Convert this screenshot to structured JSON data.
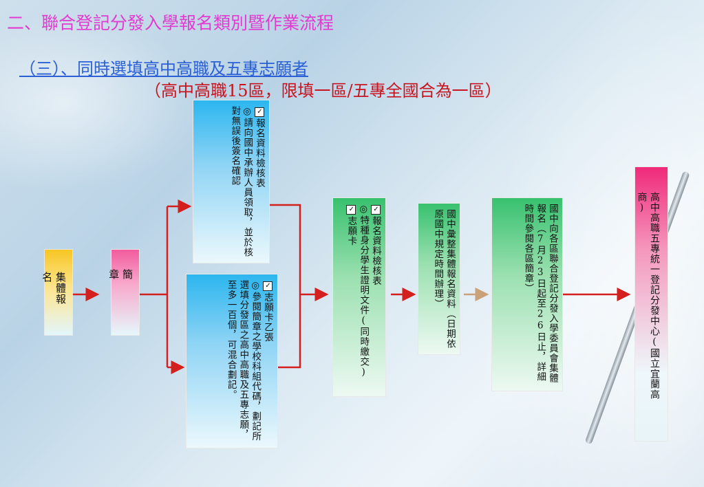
{
  "titles": {
    "main": "二、聯合登記分發入學報名類別暨作業流程",
    "sub": "（三）、同時選填高中高職及五專志願者",
    "note": "（高中高職15區，限填一區/五專全國合為一區）"
  },
  "boxes": {
    "signup": "集體報名",
    "brochure": "簡章",
    "check_form_label": "報名資料檢核表",
    "check_form_text": "◎請向國中承辦人員領取，並於核對無誤後簽名確認",
    "wish_card_label": "志願卡乙張",
    "wish_card_text": "◎參閱簡章之學校科組代碼，劃記所選填分發區之高中高職及五專志願，至多一百個，可混合劃記。",
    "docs_label_1": "報名資料檢核表",
    "docs_text": "◎特種身分學生證明文件(同時繳交)",
    "docs_label_2": "志願卡",
    "group_signup": "國中彙整集體報名資料（日期依原國中規定時間辦理）",
    "committee": "國中向各區聯合登記分發入學委員會集體報名（7月23日起至26日止，詳細時間參閱各區簡章）",
    "center": "高中高職五專統一登記分發中心(國立宜蘭高商)"
  },
  "icons": {
    "checkbox": "checkbox-icon"
  },
  "colors": {
    "main_title": "#e23bd0",
    "sub_title": "#2a5fd6",
    "note": "#c8141e",
    "arrow": "#d41f1f"
  }
}
